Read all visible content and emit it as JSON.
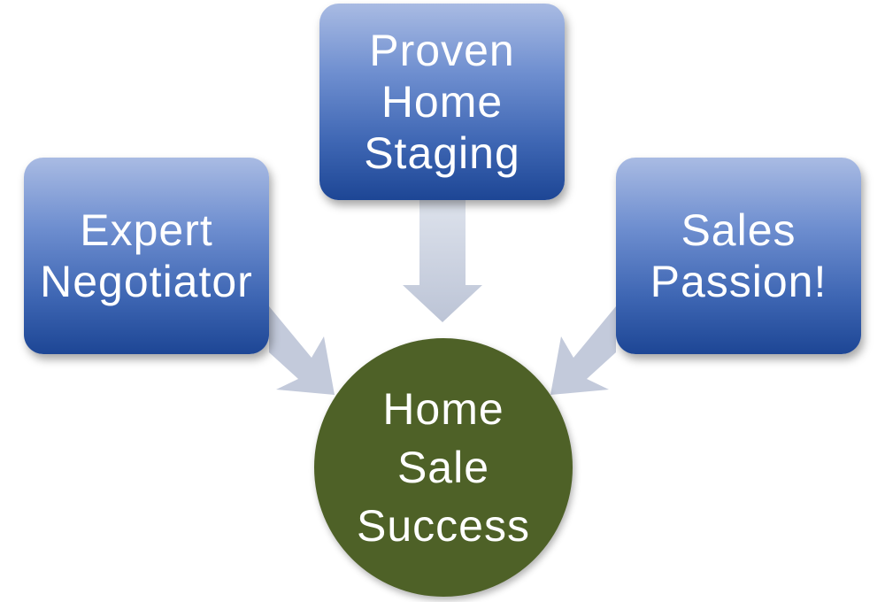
{
  "diagram": {
    "nodes": {
      "staging": "Proven\nHome\nStaging",
      "negotiator": "Expert\nNegotiator",
      "passion": "Sales\nPassion!",
      "center": "Home\nSale\nSuccess"
    },
    "colors": {
      "box_top": "#a9bbe3",
      "box_bottom": "#1d4695",
      "center_fill": "#4e6127",
      "arrow_fill": "#c3cadb",
      "text": "#ffffff"
    },
    "edges": [
      {
        "from": "staging",
        "to": "center"
      },
      {
        "from": "negotiator",
        "to": "center"
      },
      {
        "from": "passion",
        "to": "center"
      }
    ]
  }
}
